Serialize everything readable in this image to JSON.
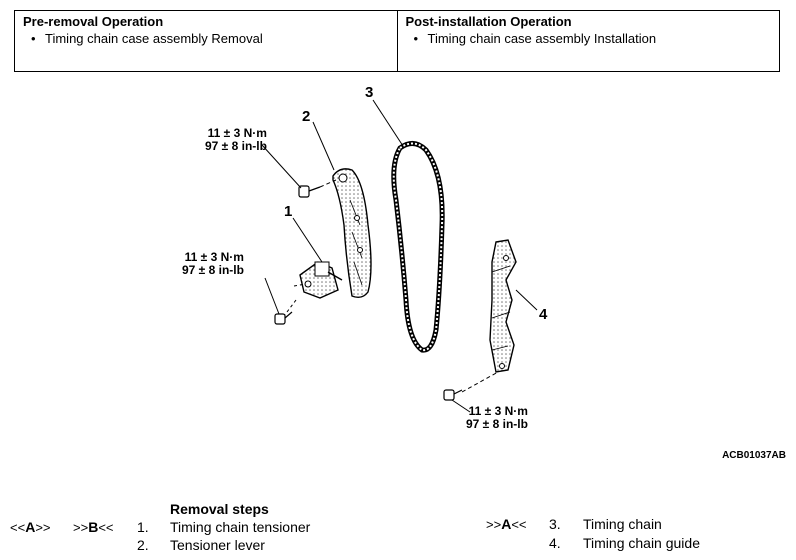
{
  "operations": {
    "pre_removal": {
      "heading": "Pre-removal Operation",
      "items": [
        "Timing chain case assembly Removal"
      ]
    },
    "post_installation": {
      "heading": "Post-installation Operation",
      "items": [
        "Timing chain case assembly Installation"
      ]
    }
  },
  "torques": [
    {
      "nm": "11 ± 3 N·m",
      "inlb": "97 ± 8 in-lb"
    },
    {
      "nm": "11 ± 3 N·m",
      "inlb": "97 ± 8 in-lb"
    },
    {
      "nm": "11 ± 3 N·m",
      "inlb": "97 ± 8 in-lb"
    }
  ],
  "part_numbers": [
    "1",
    "2",
    "3",
    "4"
  ],
  "figure_code": "ACB01037AB",
  "removal_steps": {
    "title": "Removal steps",
    "steps": [
      {
        "ref_prefix": "<<",
        "ref_mark": "A",
        "ref_suffix": ">>",
        "ref2_prefix": ">>",
        "ref2_mark": "B",
        "ref2_suffix": "<<",
        "num": "1.",
        "label": "Timing chain tensioner"
      },
      {
        "num": "2.",
        "label": "Tensioner lever"
      },
      {
        "ref_prefix": ">>",
        "ref_mark": "A",
        "ref_suffix": "<<",
        "num": "3.",
        "label": "Timing chain"
      },
      {
        "num": "4.",
        "label": "Timing chain guide"
      }
    ]
  }
}
